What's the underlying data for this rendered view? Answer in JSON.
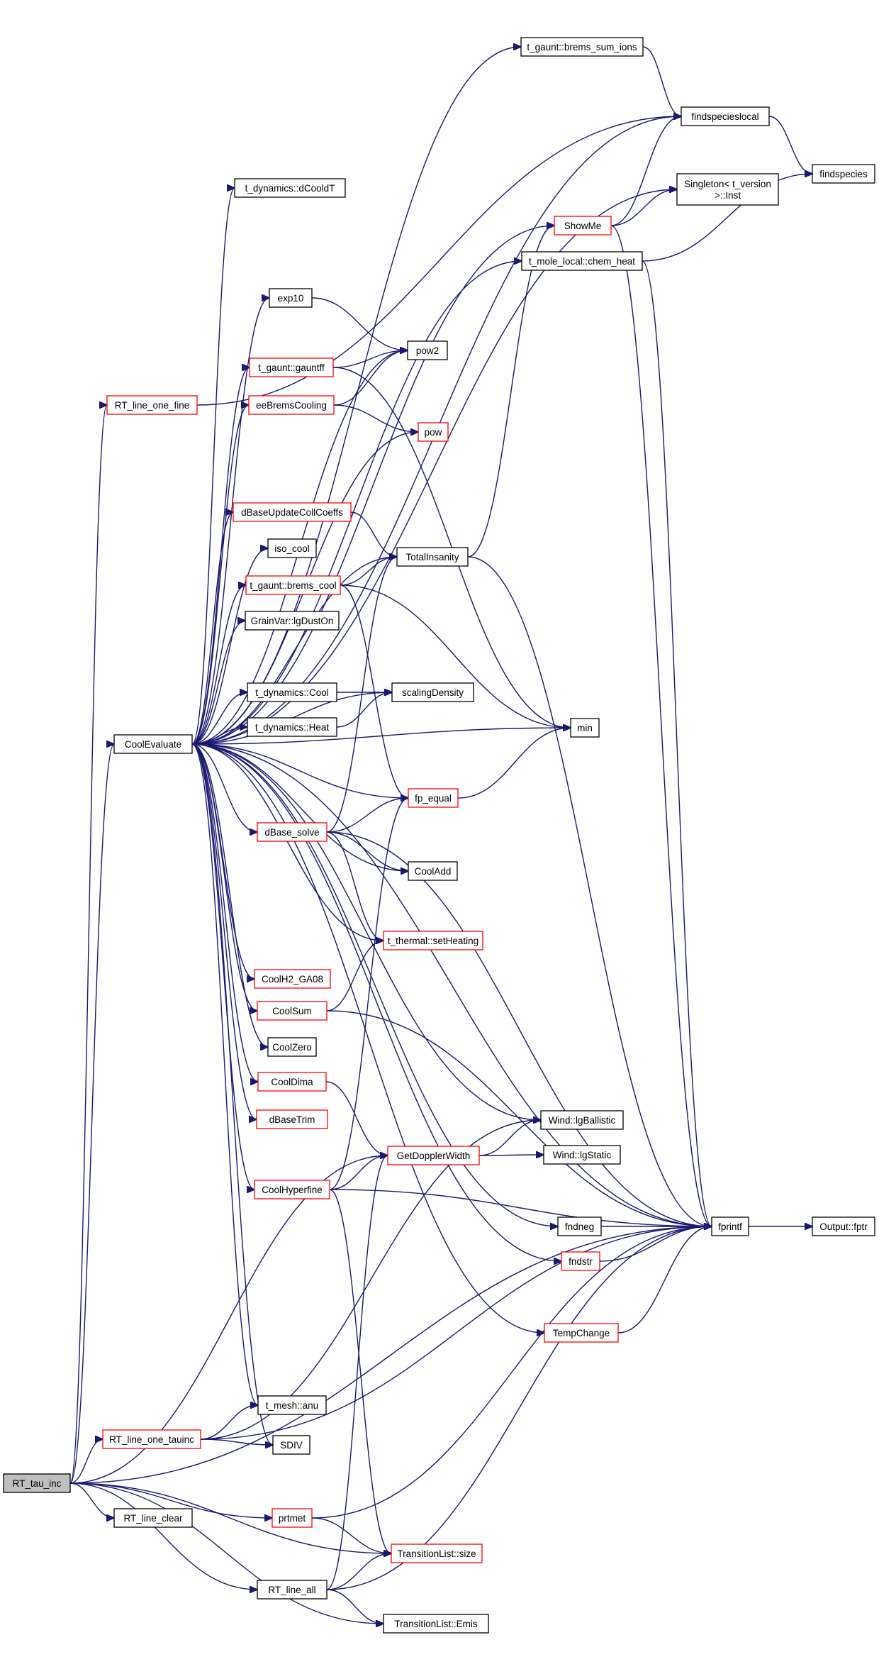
{
  "diagram": {
    "type": "call-graph",
    "colors": {
      "edge": "#191970",
      "node_border": "#000000",
      "node_border_linked": "#ff0000",
      "root_fill": "#bfbfbf"
    },
    "nodes": [
      {
        "id": "rt_tau_inc",
        "label": "RT_tau_inc",
        "style": "root"
      },
      {
        "id": "cool_evaluate",
        "label": "CoolEvaluate",
        "style": "black"
      },
      {
        "id": "rt_line_one_fine",
        "label": "RT_line_one_fine",
        "style": "red"
      },
      {
        "id": "brems_sum_ions",
        "label": "t_gaunt::brems_sum_ions",
        "style": "black"
      },
      {
        "id": "findspecieslocal",
        "label": "findspecieslocal",
        "style": "black"
      },
      {
        "id": "findspecies",
        "label": "findspecies",
        "style": "black"
      },
      {
        "id": "singleton_inst",
        "label": "Singleton< t_version\n>::Inst",
        "style": "black"
      },
      {
        "id": "dcooldt",
        "label": "t_dynamics::dCooldT",
        "style": "black"
      },
      {
        "id": "showme",
        "label": "ShowMe",
        "style": "red"
      },
      {
        "id": "chem_heat",
        "label": "t_mole_local::chem_heat",
        "style": "black"
      },
      {
        "id": "exp10",
        "label": "exp10",
        "style": "black"
      },
      {
        "id": "pow2",
        "label": "pow2",
        "style": "black"
      },
      {
        "id": "gauntff",
        "label": "t_gaunt::gauntff",
        "style": "red"
      },
      {
        "id": "eebrems",
        "label": "eeBremsCooling",
        "style": "red"
      },
      {
        "id": "pow",
        "label": "pow",
        "style": "red"
      },
      {
        "id": "dbaseupdate",
        "label": "dBaseUpdateCollCoeffs",
        "style": "red"
      },
      {
        "id": "totalinsanity",
        "label": "TotalInsanity",
        "style": "black"
      },
      {
        "id": "iso_cool",
        "label": "iso_cool",
        "style": "black"
      },
      {
        "id": "brems_cool",
        "label": "t_gaunt::brems_cool",
        "style": "red"
      },
      {
        "id": "lgdueston",
        "label": "GrainVar::lgDustOn",
        "style": "black"
      },
      {
        "id": "dyn_cool",
        "label": "t_dynamics::Cool",
        "style": "black"
      },
      {
        "id": "scalingdensity",
        "label": "scalingDensity",
        "style": "black"
      },
      {
        "id": "dyn_heat",
        "label": "t_dynamics::Heat",
        "style": "black"
      },
      {
        "id": "min",
        "label": "min",
        "style": "black"
      },
      {
        "id": "fp_equal",
        "label": "fp_equal",
        "style": "red"
      },
      {
        "id": "dbase_solve",
        "label": "dBase_solve",
        "style": "red"
      },
      {
        "id": "cooladd",
        "label": "CoolAdd",
        "style": "black"
      },
      {
        "id": "setheating",
        "label": "t_thermal::setHeating",
        "style": "red"
      },
      {
        "id": "coolh2",
        "label": "CoolH2_GA08",
        "style": "red"
      },
      {
        "id": "coolsum",
        "label": "CoolSum",
        "style": "red"
      },
      {
        "id": "coolzero",
        "label": "CoolZero",
        "style": "black"
      },
      {
        "id": "cooldima",
        "label": "CoolDima",
        "style": "red"
      },
      {
        "id": "dbasetrim",
        "label": "dBaseTrim",
        "style": "red"
      },
      {
        "id": "lgballistic",
        "label": "Wind::lgBallistic",
        "style": "black"
      },
      {
        "id": "getdoppler",
        "label": "GetDopplerWidth",
        "style": "red"
      },
      {
        "id": "lgstatic",
        "label": "Wind::lgStatic",
        "style": "black"
      },
      {
        "id": "coolhyperfine",
        "label": "CoolHyperfine",
        "style": "red"
      },
      {
        "id": "fprintf",
        "label": "fprintf",
        "style": "black"
      },
      {
        "id": "fptr",
        "label": "Output::fptr",
        "style": "black"
      },
      {
        "id": "fndneg",
        "label": "fndneg",
        "style": "black"
      },
      {
        "id": "fndstr",
        "label": "fndstr",
        "style": "red"
      },
      {
        "id": "tempchange",
        "label": "TempChange",
        "style": "red"
      },
      {
        "id": "anu",
        "label": "t_mesh::anu",
        "style": "black"
      },
      {
        "id": "rt_line_one_tauinc",
        "label": "RT_line_one_tauinc",
        "style": "red"
      },
      {
        "id": "sdiv",
        "label": "SDIV",
        "style": "black"
      },
      {
        "id": "rt_line_clear",
        "label": "RT_line_clear",
        "style": "black"
      },
      {
        "id": "prtmet",
        "label": "prtmet",
        "style": "red"
      },
      {
        "id": "tl_size",
        "label": "TransitionList::size",
        "style": "red"
      },
      {
        "id": "rt_line_all",
        "label": "RT_line_all",
        "style": "black"
      },
      {
        "id": "tl_emis",
        "label": "TransitionList::Emis",
        "style": "black"
      }
    ],
    "edges": [
      [
        "rt_tau_inc",
        "cool_evaluate"
      ],
      [
        "rt_tau_inc",
        "rt_line_one_fine"
      ],
      [
        "rt_tau_inc",
        "getdoppler"
      ],
      [
        "rt_tau_inc",
        "rt_line_one_tauinc"
      ],
      [
        "rt_tau_inc",
        "rt_line_clear"
      ],
      [
        "rt_tau_inc",
        "prtmet"
      ],
      [
        "rt_tau_inc",
        "tl_size"
      ],
      [
        "rt_tau_inc",
        "rt_line_all"
      ],
      [
        "rt_tau_inc",
        "tl_emis"
      ],
      [
        "rt_tau_inc",
        "fprintf"
      ],
      [
        "rt_line_one_fine",
        "findspecieslocal"
      ],
      [
        "cool_evaluate",
        "brems_sum_ions"
      ],
      [
        "cool_evaluate",
        "findspecieslocal"
      ],
      [
        "cool_evaluate",
        "singleton_inst"
      ],
      [
        "cool_evaluate",
        "dcooldt"
      ],
      [
        "cool_evaluate",
        "showme"
      ],
      [
        "cool_evaluate",
        "chem_heat"
      ],
      [
        "cool_evaluate",
        "exp10"
      ],
      [
        "cool_evaluate",
        "pow2"
      ],
      [
        "cool_evaluate",
        "gauntff"
      ],
      [
        "cool_evaluate",
        "eebrems"
      ],
      [
        "cool_evaluate",
        "pow"
      ],
      [
        "cool_evaluate",
        "dbaseupdate"
      ],
      [
        "cool_evaluate",
        "totalinsanity"
      ],
      [
        "cool_evaluate",
        "iso_cool"
      ],
      [
        "cool_evaluate",
        "brems_cool"
      ],
      [
        "cool_evaluate",
        "lgdueston"
      ],
      [
        "cool_evaluate",
        "dyn_cool"
      ],
      [
        "cool_evaluate",
        "scalingdensity"
      ],
      [
        "cool_evaluate",
        "dyn_heat"
      ],
      [
        "cool_evaluate",
        "min"
      ],
      [
        "cool_evaluate",
        "fp_equal"
      ],
      [
        "cool_evaluate",
        "dbase_solve"
      ],
      [
        "cool_evaluate",
        "cooladd"
      ],
      [
        "cool_evaluate",
        "setheating"
      ],
      [
        "cool_evaluate",
        "coolh2"
      ],
      [
        "cool_evaluate",
        "coolsum"
      ],
      [
        "cool_evaluate",
        "coolzero"
      ],
      [
        "cool_evaluate",
        "cooldima"
      ],
      [
        "cool_evaluate",
        "dbasetrim"
      ],
      [
        "cool_evaluate",
        "lgballistic"
      ],
      [
        "cool_evaluate",
        "coolhyperfine"
      ],
      [
        "cool_evaluate",
        "fndneg"
      ],
      [
        "cool_evaluate",
        "fndstr"
      ],
      [
        "cool_evaluate",
        "fprintf"
      ],
      [
        "cool_evaluate",
        "tempchange"
      ],
      [
        "cool_evaluate",
        "anu"
      ],
      [
        "cool_evaluate",
        "sdiv"
      ],
      [
        "brems_sum_ions",
        "findspecieslocal"
      ],
      [
        "findspecieslocal",
        "findspecies"
      ],
      [
        "showme",
        "findspecieslocal"
      ],
      [
        "showme",
        "singleton_inst"
      ],
      [
        "showme",
        "fprintf"
      ],
      [
        "chem_heat",
        "findspecies"
      ],
      [
        "chem_heat",
        "fprintf"
      ],
      [
        "exp10",
        "pow2"
      ],
      [
        "gauntff",
        "pow2"
      ],
      [
        "gauntff",
        "min"
      ],
      [
        "eebrems",
        "pow2"
      ],
      [
        "eebrems",
        "pow"
      ],
      [
        "dbaseupdate",
        "totalinsanity"
      ],
      [
        "totalinsanity",
        "showme"
      ],
      [
        "totalinsanity",
        "fprintf"
      ],
      [
        "brems_cool",
        "totalinsanity"
      ],
      [
        "brems_cool",
        "min"
      ],
      [
        "brems_cool",
        "fp_equal"
      ],
      [
        "dyn_cool",
        "scalingdensity"
      ],
      [
        "dyn_heat",
        "scalingdensity"
      ],
      [
        "fp_equal",
        "min"
      ],
      [
        "dbase_solve",
        "totalinsanity"
      ],
      [
        "dbase_solve",
        "fp_equal"
      ],
      [
        "dbase_solve",
        "cooladd"
      ],
      [
        "dbase_solve",
        "setheating"
      ],
      [
        "dbase_solve",
        "fprintf"
      ],
      [
        "coolsum",
        "setheating"
      ],
      [
        "coolsum",
        "fprintf"
      ],
      [
        "cooldima",
        "getdoppler"
      ],
      [
        "getdoppler",
        "lgballistic"
      ],
      [
        "getdoppler",
        "lgstatic"
      ],
      [
        "coolhyperfine",
        "fp_equal"
      ],
      [
        "coolhyperfine",
        "getdoppler"
      ],
      [
        "coolhyperfine",
        "fprintf"
      ],
      [
        "coolhyperfine",
        "tl_size"
      ],
      [
        "fndneg",
        "fprintf"
      ],
      [
        "fndstr",
        "fprintf"
      ],
      [
        "tempchange",
        "fprintf"
      ],
      [
        "fprintf",
        "fptr"
      ],
      [
        "rt_line_one_tauinc",
        "lgballistic"
      ],
      [
        "rt_line_one_tauinc",
        "anu"
      ],
      [
        "rt_line_one_tauinc",
        "sdiv"
      ],
      [
        "rt_line_one_tauinc",
        "fprintf"
      ],
      [
        "prtmet",
        "fprintf"
      ],
      [
        "prtmet",
        "tl_size"
      ],
      [
        "rt_line_all",
        "getdoppler"
      ],
      [
        "rt_line_all",
        "tl_size"
      ],
      [
        "rt_line_all",
        "tl_emis"
      ],
      [
        "rt_line_all",
        "fprintf"
      ]
    ]
  }
}
